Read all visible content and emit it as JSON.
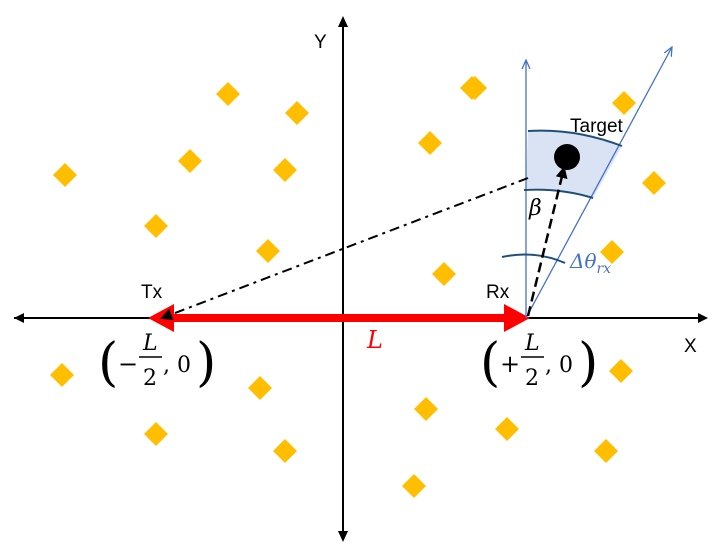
{
  "labels": {
    "y_axis": "Y",
    "x_axis": "X",
    "tx": "Tx",
    "rx": "Rx",
    "target": "Target",
    "baseline": "L",
    "beta": "β",
    "delta_theta": "Δθ",
    "delta_theta_sub": "rx"
  },
  "coords": {
    "tx": {
      "sign": "−",
      "num": "L",
      "den": "2",
      "tail": ", 0"
    },
    "rx": {
      "sign": "+",
      "num": "L",
      "den": "2",
      "tail": ", 0"
    }
  },
  "colors": {
    "baseline": "#ff0000",
    "diamond": "#ffbf00",
    "beam": "#4472c4",
    "beam_fill": "#dae3f3",
    "arc": "#1f4e79",
    "delta_label": "#4472c4",
    "axis": "#000000"
  },
  "icons": {
    "scatterer": "diamond-icon",
    "target": "filled-circle-icon"
  },
  "scatterer_count": 23
}
